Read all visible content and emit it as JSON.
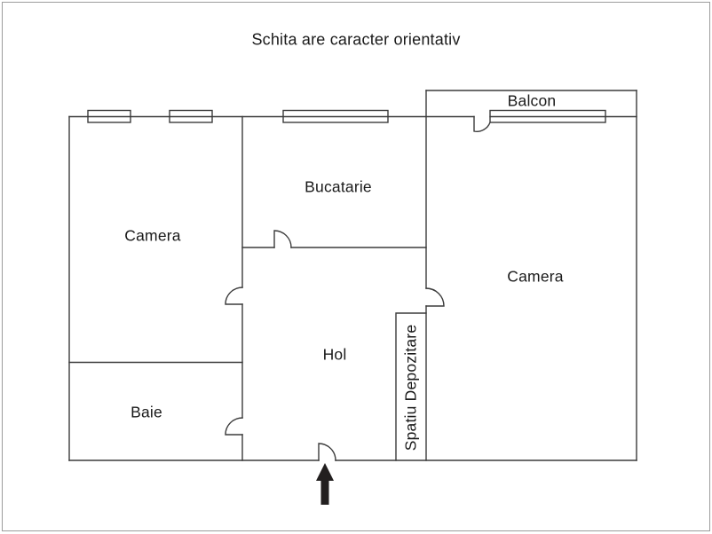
{
  "title": "Schita are caracter orientativ",
  "rooms": [
    {
      "id": "camera-left",
      "label": "Camera"
    },
    {
      "id": "bucatarie",
      "label": "Bucatarie"
    },
    {
      "id": "balcon",
      "label": "Balcon"
    },
    {
      "id": "camera-right",
      "label": "Camera"
    },
    {
      "id": "hol",
      "label": "Hol"
    },
    {
      "id": "baie",
      "label": "Baie"
    },
    {
      "id": "spatiu-depozitare",
      "label": "Spatiu Depozitare"
    }
  ],
  "colors": {
    "wall": "#3b3b3b",
    "frame": "#9c9c9c",
    "text": "#1a1a1a",
    "arrow": "#221f1f"
  }
}
